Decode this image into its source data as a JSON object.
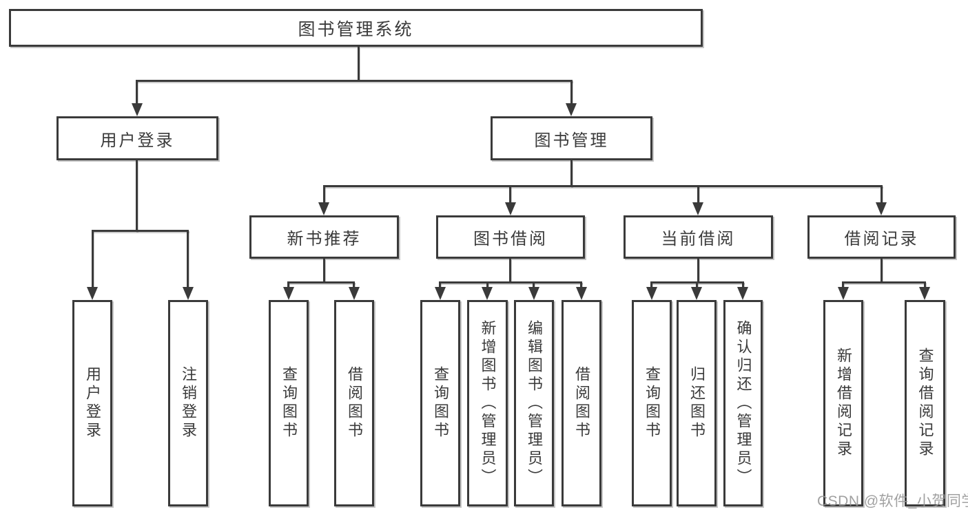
{
  "nodes": {
    "root": "图书管理系统",
    "userLogin": "用户登录",
    "bookMgmt": "图书管理",
    "newBooks": "新书推荐",
    "bookBorrow": "图书借阅",
    "currentBorrow": "当前借阅",
    "borrowRecords": "借阅记录"
  },
  "leaves": {
    "userLogin": [
      "用户登录",
      "注销登录"
    ],
    "newBooks": [
      "查询图书",
      "借阅图书"
    ],
    "bookBorrow": [
      "查询图书",
      "新增图书（管理员）",
      "编辑图书（管理员）",
      "借阅图书"
    ],
    "currentBorrow": [
      "查询图书",
      "归还图书",
      "确认归还（管理员）"
    ],
    "borrowRecords": [
      "新增借阅记录",
      "查询借阅记录"
    ]
  },
  "watermark": {
    "text": "CSDN @软件_小贺同学"
  },
  "style": {
    "line_color": "#3a3a3a",
    "text_color": "#3a3a3a",
    "watermark_color": "#969696",
    "background": "#ffffff"
  }
}
